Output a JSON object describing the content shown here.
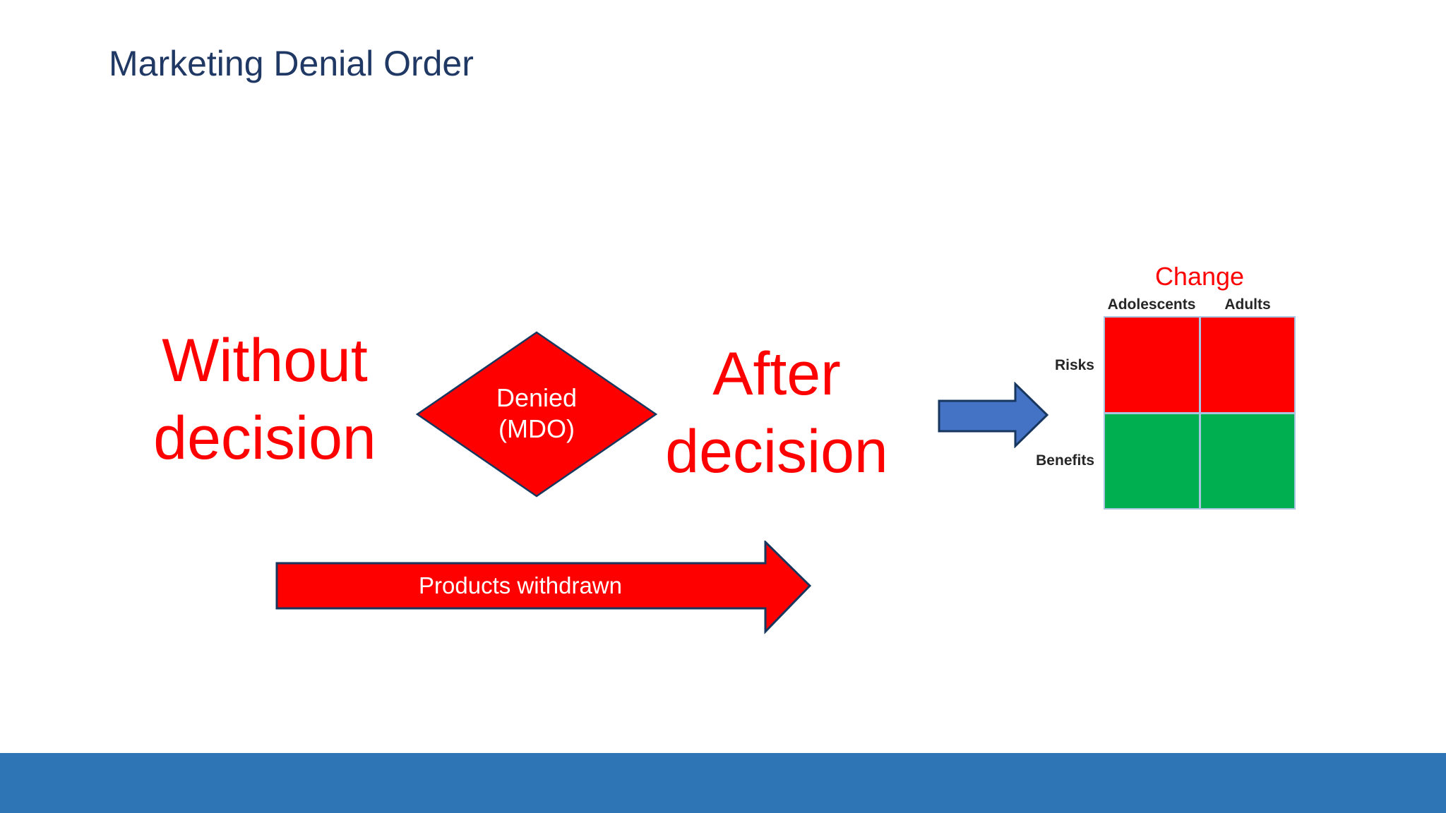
{
  "slide": {
    "title": "Marketing Denial Order"
  },
  "flow": {
    "without_label": {
      "line1": "Without",
      "line2": "decision"
    },
    "decision_diamond": {
      "line1": "Denied",
      "line2": "(MDO)"
    },
    "after_label": {
      "line1": "After",
      "line2": "decision"
    },
    "withdrawn_arrow_label": "Products withdrawn"
  },
  "matrix": {
    "title": "Change",
    "column_headers": [
      "Adolescents",
      "Adults"
    ],
    "row_headers": [
      "Risks",
      "Benefits"
    ],
    "cells": [
      {
        "row": "Risks",
        "col": "Adolescents",
        "color": "#FF0000"
      },
      {
        "row": "Risks",
        "col": "Adults",
        "color": "#FF0000"
      },
      {
        "row": "Benefits",
        "col": "Adolescents",
        "color": "#00B050"
      },
      {
        "row": "Benefits",
        "col": "Adults",
        "color": "#00B050"
      }
    ]
  },
  "colors": {
    "title_navy": "#1F3864",
    "accent_red": "#FF0000",
    "cell_green": "#00B050",
    "arrow_blue_fill": "#4472C4",
    "shape_border_navy": "#17375E",
    "matrix_grid_border": "#A9C5E2",
    "footer_bar_blue": "#2E75B6"
  }
}
